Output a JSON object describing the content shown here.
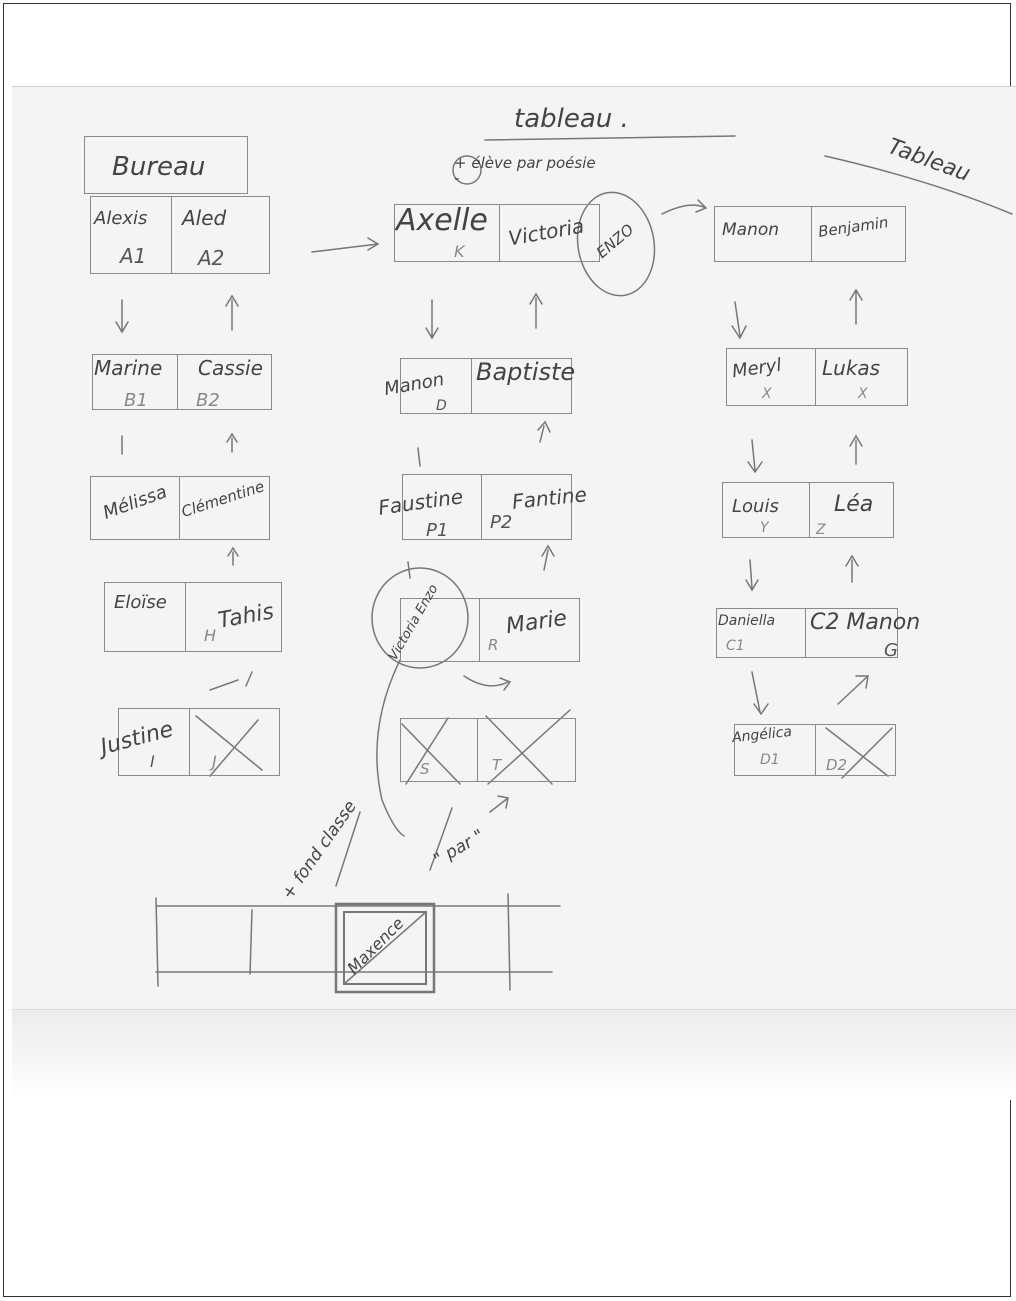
{
  "headers": {
    "bureau": "Bureau",
    "tableau_center": "tableau .",
    "tableau_right": "Tableau",
    "note_top": "+ élève par poésie -",
    "note_left": "+ fond classe",
    "note_bottom": "\" par \""
  },
  "left_column": [
    {
      "name_left": "Alexis",
      "sub_left": "A1",
      "name_right": "Aled",
      "sub_right": "A2"
    },
    {
      "name_left": "Marine",
      "sub_left": "B1",
      "name_right": "Cassie",
      "sub_right": "B2"
    },
    {
      "name_left": "Mélissa",
      "sub_left": "",
      "name_right": "Clémentine",
      "sub_right": ""
    },
    {
      "name_left": "Eloïse",
      "sub_left": "",
      "name_right": "Tahis",
      "sub_right": "H"
    },
    {
      "name_left": "Justine",
      "sub_left": "I",
      "name_right": "",
      "sub_right": "J"
    }
  ],
  "center_column": [
    {
      "name_left": "Axelle",
      "sub_left": "K",
      "name_right": "Victoria",
      "sub_right": ""
    },
    {
      "name_left": "Manon",
      "sub_left": "D",
      "name_right": "Baptiste",
      "sub_right": ""
    },
    {
      "name_left": "Faustine",
      "sub_left": "P1",
      "name_right": "Fantine",
      "sub_right": "P2"
    },
    {
      "name_left": "Victoria Enzo",
      "sub_left": "",
      "name_right": "Marie",
      "sub_right": "R"
    },
    {
      "name_left": "",
      "sub_left": "S",
      "name_right": "",
      "sub_right": "T"
    }
  ],
  "right_column": [
    {
      "name_left": "Manon",
      "sub_left": "",
      "name_right": "Benjamin",
      "sub_right": ""
    },
    {
      "name_left": "Meryl",
      "sub_left": "X",
      "name_right": "Lukas",
      "sub_right": "X"
    },
    {
      "name_left": "Louis",
      "sub_left": "Y",
      "name_right": "Léa",
      "sub_right": "Z"
    },
    {
      "name_left": "Daniella",
      "sub_left": "C1",
      "name_right": "C2 Manon",
      "sub_right": "G"
    },
    {
      "name_left": "Angélica",
      "sub_left": "D1",
      "name_right": "",
      "sub_right": "D2"
    }
  ],
  "circled": {
    "enzo": "ENZO"
  },
  "bottom_bench": {
    "name": "Maxence"
  }
}
